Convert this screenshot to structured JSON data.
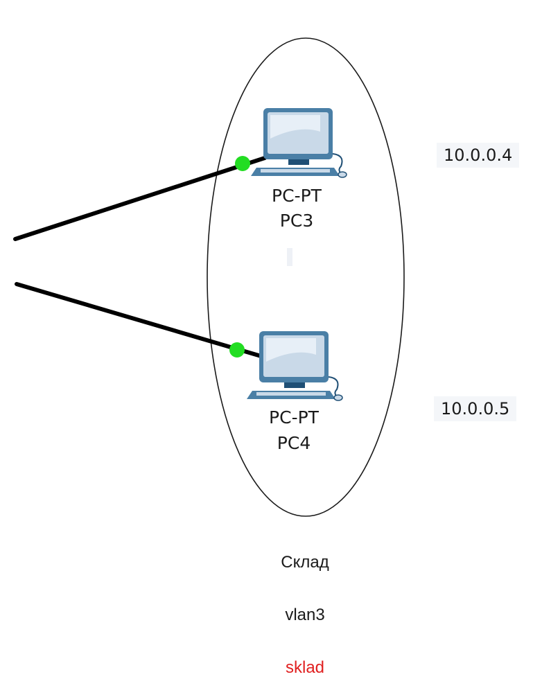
{
  "devices": [
    {
      "model": "PC-PT",
      "name": "PC3",
      "ip": "10.0.0.4",
      "link_status": "up"
    },
    {
      "model": "PC-PT",
      "name": "PC4",
      "ip": "10.0.0.5",
      "link_status": "up"
    }
  ],
  "group": {
    "name": "Склад",
    "vlan": "vlan3",
    "tag": "sklad"
  },
  "colors": {
    "link": "#000000",
    "link_up": "#22dd22",
    "tag": "#e02020",
    "pc_body": "#4a7fa6",
    "pc_screen": "#c9d9e8",
    "pc_dark": "#1f4f75"
  },
  "icons": {
    "pc": "desktop-pc-icon",
    "link_light": "link-status-icon"
  }
}
